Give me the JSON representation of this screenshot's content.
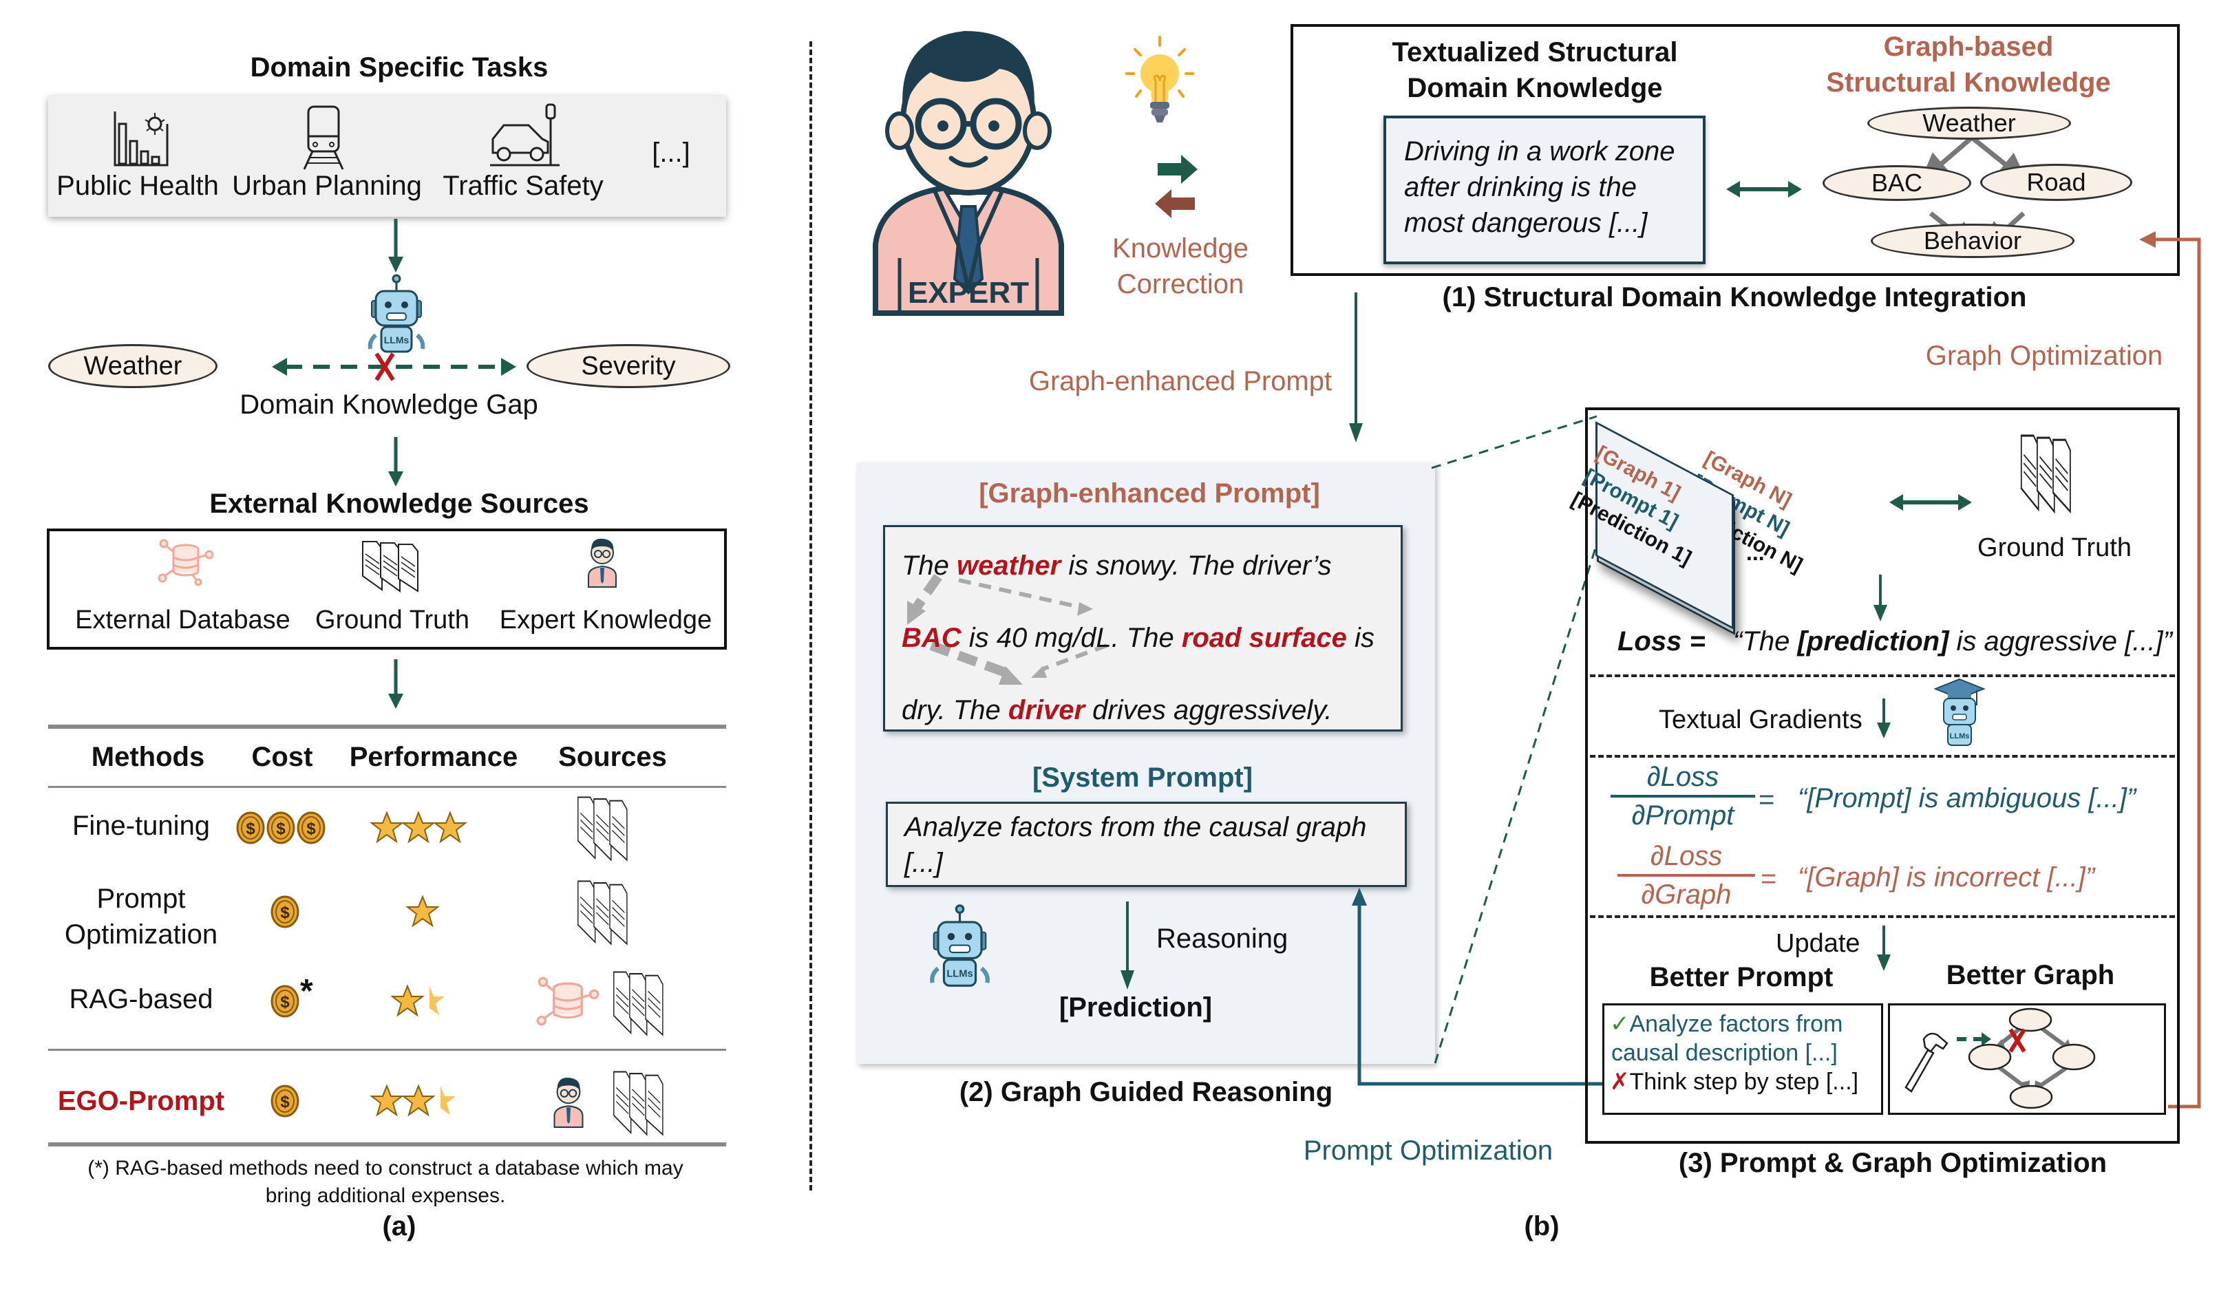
{
  "panel_a": {
    "title": "Domain Specific Tasks",
    "tasks": [
      {
        "label": "Public Health",
        "icon": "public-health-chart-icon"
      },
      {
        "label": "Urban Planning",
        "icon": "train-icon"
      },
      {
        "label": "Traffic Safety",
        "icon": "car-crash-icon"
      },
      {
        "label": "[...]",
        "icon": ""
      }
    ],
    "llm_label": "LLMs",
    "gap_nodes": [
      "Weather",
      "Severity"
    ],
    "gap_label": "Domain Knowledge Gap",
    "sources_title": "External Knowledge Sources",
    "sources": [
      {
        "label": "External Database",
        "icon": "database-icon"
      },
      {
        "label": "Ground Truth",
        "icon": "documents-icon"
      },
      {
        "label": "Expert Knowledge",
        "icon": "expert-icon"
      }
    ],
    "table": {
      "headers": [
        "Methods",
        "Cost",
        "Performance",
        "Sources"
      ],
      "rows": [
        {
          "method": "Fine-tuning",
          "cost_coins": 3,
          "cost_note": "",
          "stars": 3,
          "sources": [
            "documents"
          ]
        },
        {
          "method": "Prompt Optimization",
          "method_lines": [
            "Prompt",
            "Optimization"
          ],
          "cost_coins": 1,
          "cost_note": "",
          "stars": 1,
          "sources": [
            "documents"
          ]
        },
        {
          "method": "RAG-based",
          "cost_coins": 1,
          "cost_note": "*",
          "stars": 1.5,
          "sources": [
            "database",
            "documents"
          ]
        },
        {
          "method": "EGO-Prompt",
          "cost_coins": 1,
          "cost_note": "",
          "stars": 2.5,
          "sources": [
            "expert",
            "documents"
          ],
          "highlight": true
        }
      ]
    },
    "footnote_lines": [
      "(*) RAG-based methods need to construct a database which may",
      "bring additional expenses."
    ],
    "caption": "(a)"
  },
  "panel_b": {
    "expert_badge": "EXPERT",
    "knowledge_correction": [
      "Knowledge",
      "Correction"
    ],
    "graph_enhanced_prompt_label": "Graph-enhanced Prompt",
    "section1": {
      "text_title": [
        "Textualized Structural",
        "Domain Knowledge"
      ],
      "text_body": [
        "Driving in a work zone",
        "after drinking is the",
        "most dangerous [...]"
      ],
      "graph_title": [
        "Graph-based",
        "Structural Knowledge"
      ],
      "graph_nodes": [
        "Weather",
        "BAC",
        "Road",
        "Behavior"
      ],
      "caption": "(1) Structural Domain Knowledge Integration"
    },
    "graph_optimization_label": "Graph Optimization",
    "section2": {
      "prompt_title": "[Graph-enhanced Prompt]",
      "prompt_segments": [
        [
          {
            "t": "The ",
            "h": false
          },
          {
            "t": "weather",
            "h": true
          },
          {
            "t": " is snowy. The driver’s",
            "h": false
          }
        ],
        [
          {
            "t": "BAC",
            "h": true
          },
          {
            "t": " is 40 mg/dL. The ",
            "h": false
          },
          {
            "t": "road surface",
            "h": true
          },
          {
            "t": " is",
            "h": false
          }
        ],
        [
          {
            "t": "dry. The ",
            "h": false
          },
          {
            "t": "driver",
            "h": true
          },
          {
            "t": " drives aggressively.",
            "h": false
          }
        ]
      ],
      "system_title": "[System Prompt]",
      "system_body": [
        "Analyze factors from the causal graph",
        "[...]"
      ],
      "llm_label": "LLMs",
      "reasoning_label": "Reasoning",
      "prediction_label": "[Prediction]",
      "caption": "(2) Graph Guided Reasoning"
    },
    "prompt_optimization_label": "Prompt Optimization",
    "section3": {
      "card1": [
        "[Graph 1]",
        "[Prompt 1]",
        "[Prediction 1]"
      ],
      "cardN": [
        "[Graph N]",
        "[Prompt N]",
        "[Prediction N]"
      ],
      "ellipsis": "...",
      "ground_truth": "Ground Truth",
      "loss_label": "Loss =",
      "loss_text_pre": "“The ",
      "loss_text_bold": "[prediction]",
      "loss_text_post": " is aggressive [...]”",
      "textual_gradients": "Textual Gradients",
      "llm_label": "LLMs",
      "grad_prompt_num": "∂Loss",
      "grad_prompt_den": "∂Prompt",
      "grad_prompt_text": "“[Prompt] is ambiguous [...]”",
      "grad_graph_num": "∂Loss",
      "grad_graph_den": "∂Graph",
      "grad_graph_text": "“[Graph] is incorrect [...]”",
      "update_label": "Update",
      "better_prompt_title": "Better Prompt",
      "better_graph_title": "Better Graph",
      "better_prompt_good": [
        "Analyze factors from",
        "causal description [...]"
      ],
      "better_prompt_bad": "Think step by step [...]",
      "caption": "(3) Prompt & Graph Optimization"
    },
    "caption": "(b)"
  },
  "colors": {
    "teal_green": "#1f5a4a",
    "brick": "#b5654f",
    "teal_blue": "#1f5a6e",
    "highlight_red": "#b3141c",
    "panel_bg": "#eff3f8",
    "node_fill": "#f8efe6",
    "coin": "#e8a730",
    "star": "#f4b942"
  }
}
